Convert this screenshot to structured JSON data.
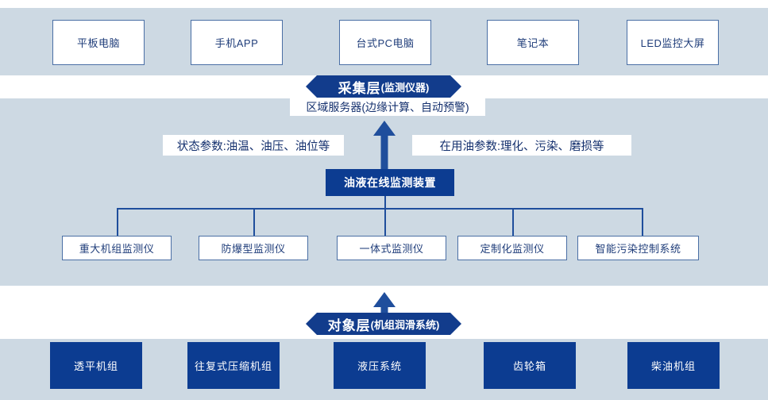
{
  "diagram": {
    "title": "油液在线监测系统架构图",
    "colors": {
      "band": "#cdd9e3",
      "navy": "#0c3c91",
      "banner": "#123c8c",
      "outline": "#4a6fa5",
      "line": "#1f4e9c",
      "text_blue": "#1f3d7a"
    }
  },
  "presentation_layer": {
    "terminals": [
      {
        "label": "平板电脑"
      },
      {
        "label": "手机APP"
      },
      {
        "label": "台式PC电脑"
      },
      {
        "label": "笔记本"
      },
      {
        "label": "LED监控大屏"
      }
    ]
  },
  "collection_layer": {
    "banner_main": "采集层",
    "banner_sub": "(监测仪器)",
    "server_label": "区域服务器(边缘计算、自动预警)",
    "param_left": "状态参数:油温、油压、油位等",
    "param_right": "在用油参数:理化、污染、磨损等",
    "device_hub": "油液在线监测装置",
    "monitors": [
      {
        "label": "重大机组监测仪"
      },
      {
        "label": "防爆型监测仪"
      },
      {
        "label": "一体式监测仪"
      },
      {
        "label": "定制化监测仪"
      },
      {
        "label": "智能污染控制系统"
      }
    ]
  },
  "object_layer": {
    "banner_main": "对象层",
    "banner_sub": " (机组润滑系统)",
    "equipment": [
      {
        "label": "透平机组"
      },
      {
        "label": "往复式压缩机组"
      },
      {
        "label": "液压系统"
      },
      {
        "label": "齿轮箱"
      },
      {
        "label": "柴油机组"
      }
    ]
  }
}
